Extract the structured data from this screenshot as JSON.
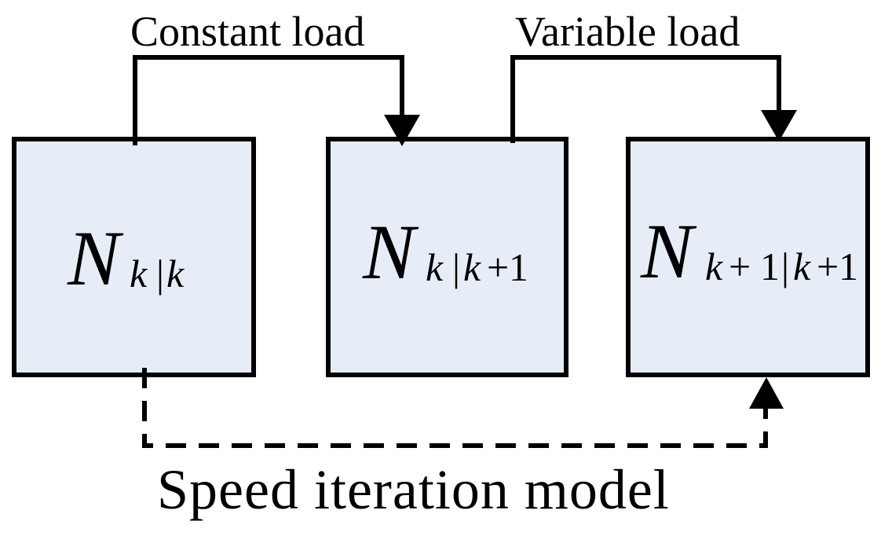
{
  "edges": {
    "constant_load": {
      "label": "Constant load"
    },
    "variable_load": {
      "label": "Variable load"
    },
    "speed_iteration": {
      "label": "Speed iteration model"
    }
  },
  "nodes": [
    {
      "id": "n-k-k",
      "main": "N",
      "sub_parts": [
        "k",
        "|",
        "k"
      ]
    },
    {
      "id": "n-k-k1",
      "main": "N",
      "sub_parts": [
        "k",
        "|",
        "k",
        "+",
        "1"
      ]
    },
    {
      "id": "n-k1-k1",
      "main": "N",
      "sub_parts": [
        "k",
        "+",
        " ",
        "1",
        "|",
        "k",
        "+",
        "1"
      ]
    }
  ],
  "colors": {
    "box_fill": "#e6edf7",
    "stroke": "#000000",
    "background": "#ffffff"
  }
}
